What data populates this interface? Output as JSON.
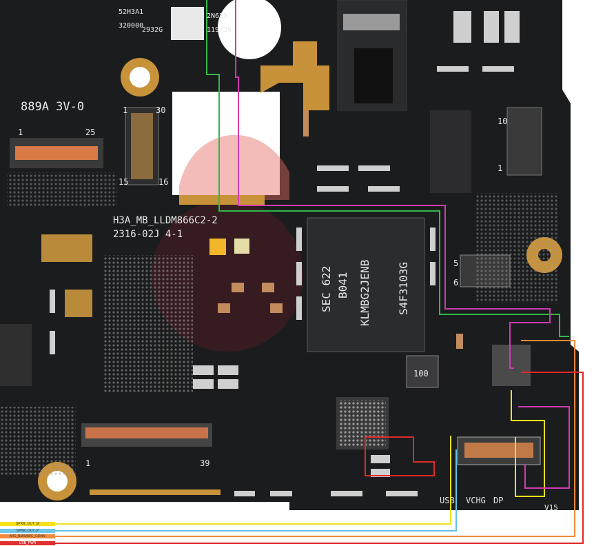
{
  "silkscreen": {
    "board_id": "H3A_MB_LLDM866C2-2",
    "date_code": "2316-02J 4-1",
    "chip_top_line1": "SEC 622",
    "chip_top_line2": "B041",
    "chip_part": "KLMBG2JENB",
    "chip_code": "S4F3103G",
    "label_889a": "889A 3V-0",
    "conn1_pin_a": "1",
    "conn1_pin_b": "25",
    "conn2_pin_a": "1",
    "conn2_pin_b": "30",
    "conn2_pin_c": "15",
    "conn2_pin_d": "16",
    "conn3_pin_a": "10",
    "conn3_pin_b": "1",
    "conn4_pin_a": "5",
    "conn4_pin_b": "6",
    "conn5_pin_a": "39",
    "conn5_pin_b": "1",
    "top_code1": "52H3A1",
    "top_code2": "320000",
    "top_code3": "2932G",
    "top_code4": "2N629",
    "top_code5": "119736",
    "inductor_label": "100",
    "usb_label": "USB",
    "vchg_label": "VCHG",
    "dp_label": "DP",
    "right_edge_label": "V15"
  },
  "legend": [
    {
      "label": "SPKR_OUT_M",
      "color": "#f7e21a"
    },
    {
      "label": "SPKR_OUT_P",
      "color": "#6ec6e8"
    },
    {
      "label": "MIC_BIAS/MIC_CONN",
      "color": "#f08a3c"
    },
    {
      "label": "USB_PWR",
      "color": "#e03030"
    }
  ],
  "colors": {
    "pcb": "#1b1c1d",
    "copper": "#c7923a",
    "trace_green": "#32b84c",
    "trace_magenta": "#d13ab4",
    "trace_yellow": "#f0e21a",
    "trace_cyan": "#63c3e6",
    "trace_orange": "#ee8a3a",
    "trace_red": "#e02828"
  }
}
